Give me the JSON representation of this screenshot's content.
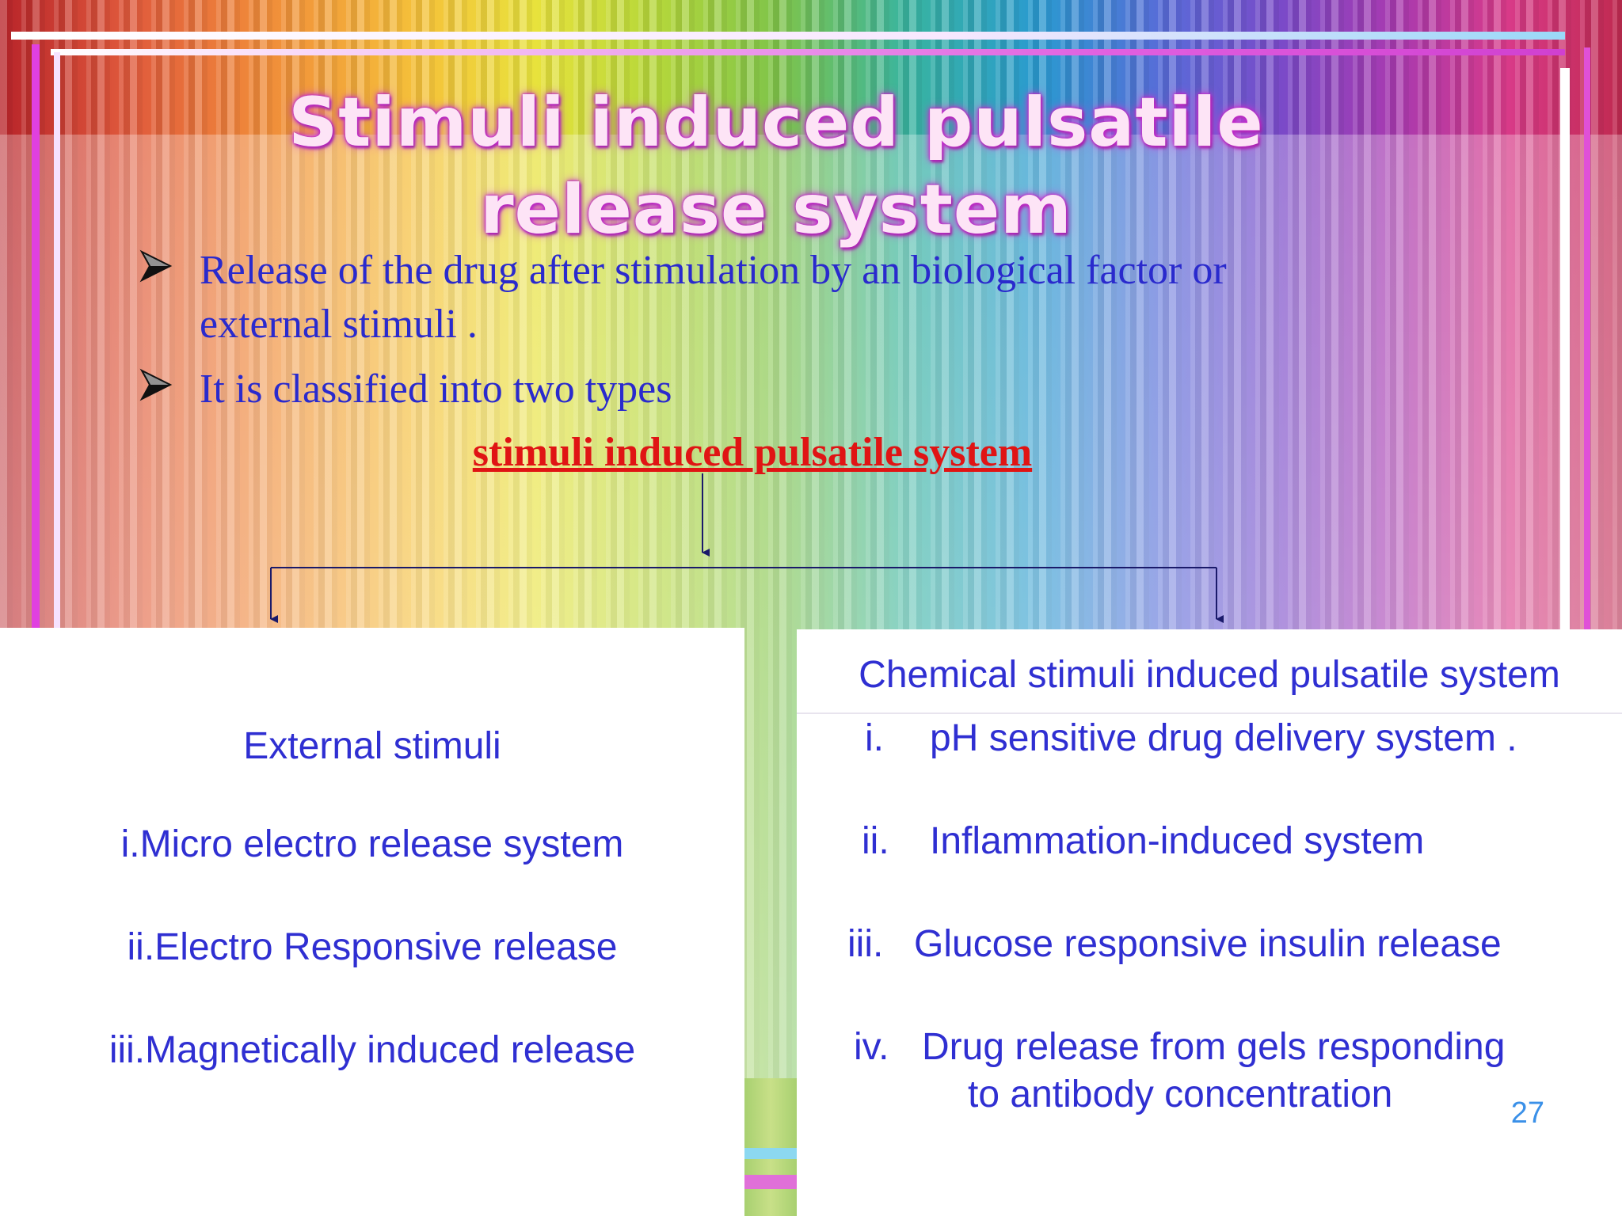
{
  "slide": {
    "title": "Stimuli induced pulsatile release system",
    "bullets": [
      {
        "line1": "Release of  the drug after stimulation by an biological factor or",
        "line2": "external stimuli ."
      },
      {
        "line1": "It is classified into two types"
      }
    ],
    "tree_root": "stimuli induced pulsatile system",
    "left_panel": {
      "heading": "External stimuli",
      "items": [
        "i.Micro electro release system",
        "ii.Electro Responsive release",
        "iii.Magnetically induced release"
      ]
    },
    "right_panel": {
      "heading": "Chemical stimuli induced pulsatile system",
      "items": [
        {
          "num": "i.",
          "text": "pH sensitive drug delivery system ."
        },
        {
          "num": "ii.",
          "text": "Inflammation-induced system"
        },
        {
          "num": "iii.",
          "text": "Glucose responsive insulin release"
        },
        {
          "num": "iv.",
          "text": "Drug release from gels responding",
          "text2": "to antibody concentration"
        }
      ]
    },
    "page_number": "27"
  },
  "colors": {
    "title_glow": "#c020c8",
    "body_text": "#2a2acd",
    "root_text": "#e01414",
    "panel_text": "#2f2fd2",
    "connector": "#1a1a6a",
    "page_number": "#3a90e8"
  },
  "icons": [
    "arrowhead-bullet-icon",
    "arrowhead-bullet-icon"
  ]
}
